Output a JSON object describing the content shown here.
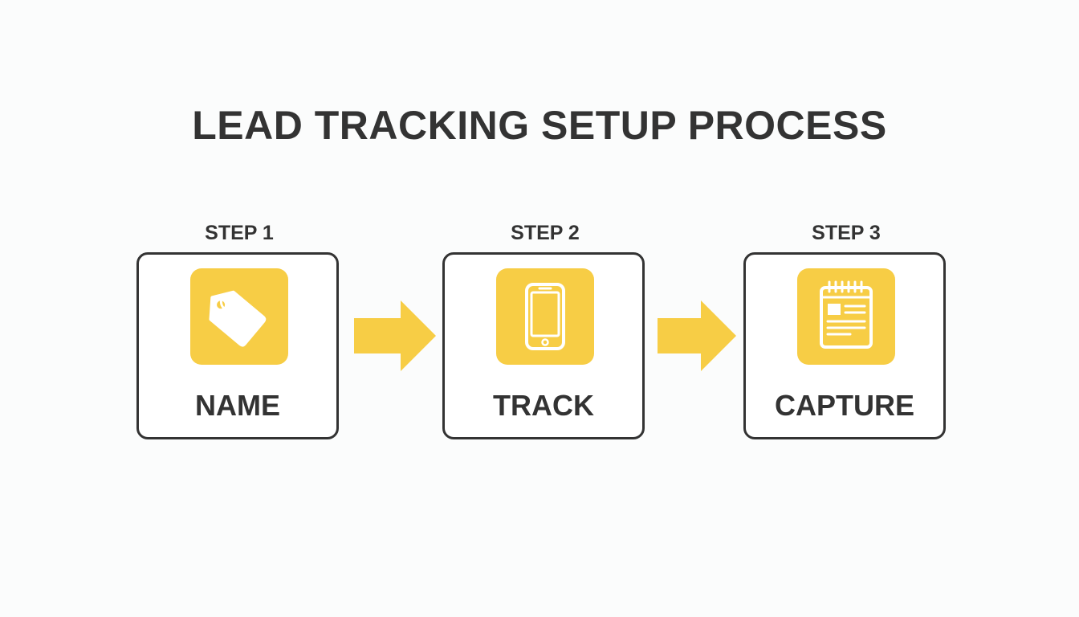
{
  "title": "LEAD TRACKING SETUP PROCESS",
  "colors": {
    "accent": "#f7cd45",
    "text": "#333333",
    "border": "#333333",
    "background": "#fbfcfc"
  },
  "steps": [
    {
      "label": "STEP 1",
      "name": "NAME",
      "icon": "tag-icon"
    },
    {
      "label": "STEP 2",
      "name": "TRACK",
      "icon": "smartphone-icon"
    },
    {
      "label": "STEP 3",
      "name": "CAPTURE",
      "icon": "notepad-form-icon"
    }
  ]
}
